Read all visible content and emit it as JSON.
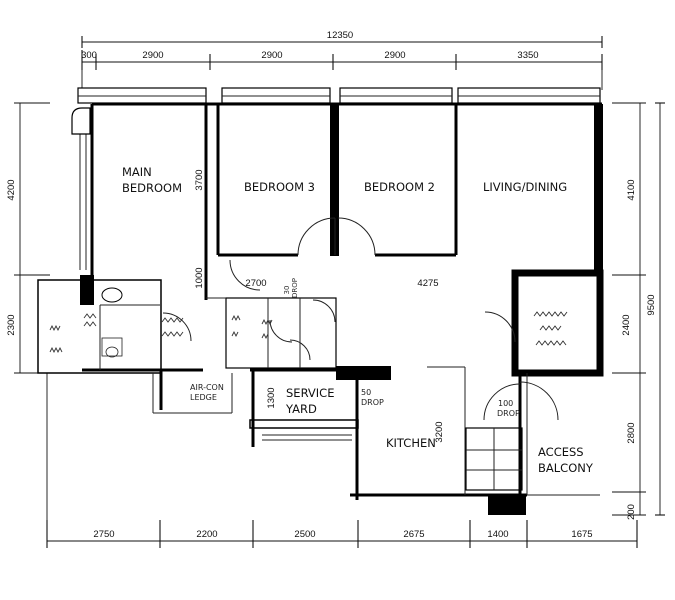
{
  "dimensions": {
    "top_total": "12350",
    "top": [
      "300",
      "2900",
      "2900",
      "2900",
      "3350"
    ],
    "bottom": [
      "2750",
      "2200",
      "2500",
      "2675",
      "1400",
      "1675"
    ],
    "left": [
      "4200",
      "2300"
    ],
    "right": [
      "4100",
      "2400",
      "2800",
      "200"
    ],
    "right_total": "9500"
  },
  "rooms": {
    "main_bedroom_l1": "MAIN",
    "main_bedroom_l2": "BEDROOM",
    "bedroom3": "BEDROOM  3",
    "bedroom2": "BEDROOM  2",
    "living_dining": "LIVING/DINING",
    "service_yard_l1": "SERVICE",
    "service_yard_l2": "YARD",
    "kitchen": "KITCHEN",
    "access_balcony_l1": "ACCESS",
    "access_balcony_l2": "BALCONY",
    "aircon_l1": "AIR-CON",
    "aircon_l2": "LEDGE"
  },
  "interior_dims": {
    "d3700": "3700",
    "d1000": "1000",
    "d2700": "2700",
    "d30drop": "30",
    "d30drop_b": "DROP",
    "d4275": "4275",
    "d1300": "1300",
    "d50drop": "50",
    "d50drop_b": "DROP",
    "d3200": "3200",
    "d100drop": "100",
    "d100drop_b": "DROP"
  }
}
